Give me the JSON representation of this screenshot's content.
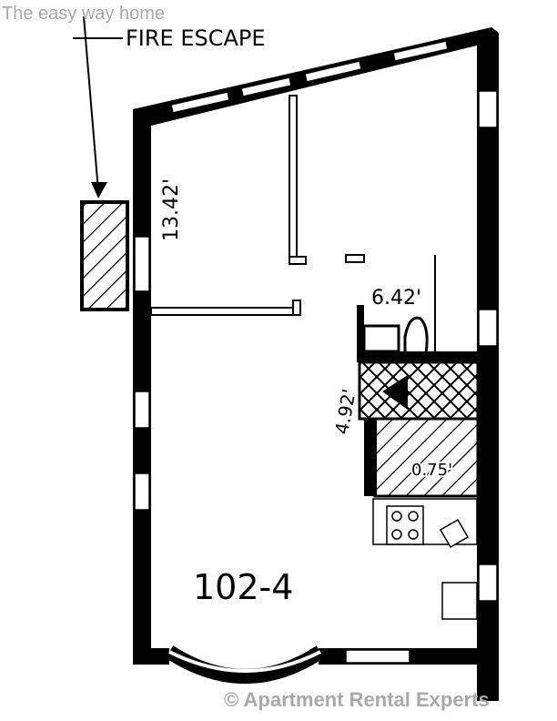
{
  "watermark_top": "The easy way home",
  "watermark_bottom": "© Apartment Rental Experts",
  "plan": {
    "unit_label": "102-4",
    "fire_escape_label": "FIRE ESCAPE",
    "dimensions": [
      "13.42'",
      "6.42'",
      "4.92'",
      "0.75'"
    ]
  },
  "colors": {
    "ink": "#000000",
    "watermark": "#a9a9a9"
  }
}
